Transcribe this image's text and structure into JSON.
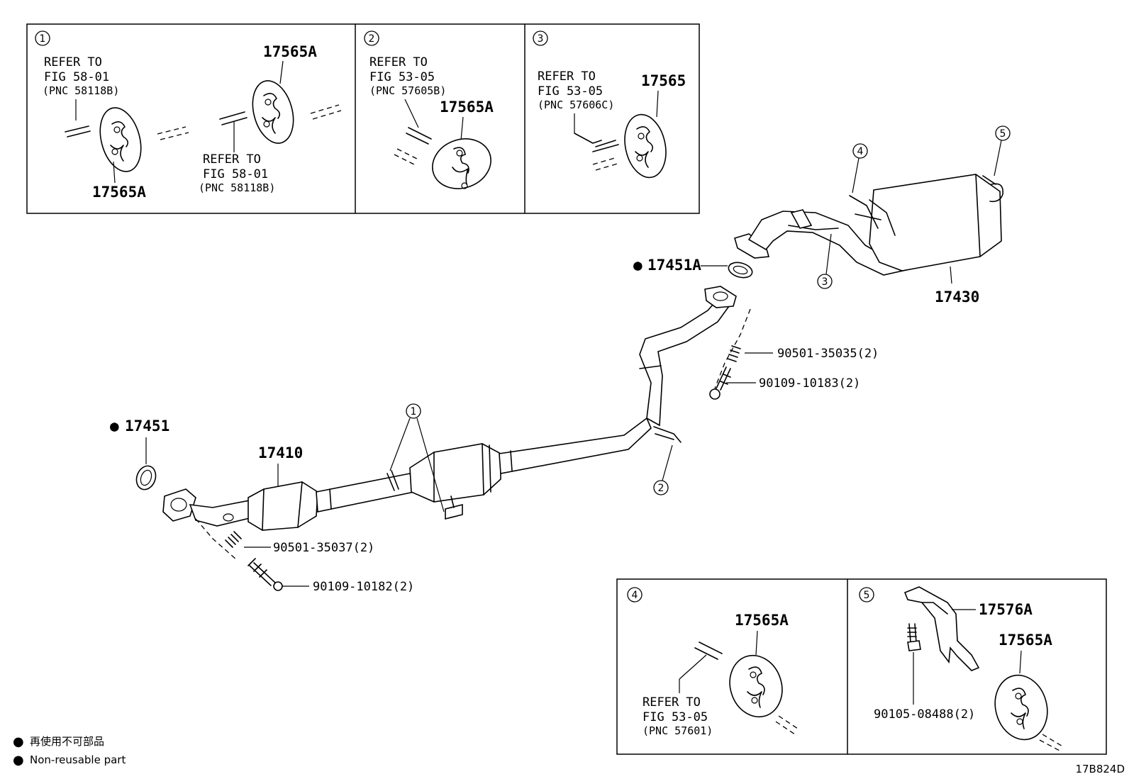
{
  "insets": {
    "i1": {
      "num": "1",
      "refer_left": [
        "REFER TO",
        "FIG 58-01",
        "(PNC 58118B)"
      ],
      "refer_right": [
        "REFER TO",
        "FIG 58-01",
        "(PNC 58118B)"
      ],
      "part_top": "17565A",
      "part_bottom": "17565A"
    },
    "i2": {
      "num": "2",
      "refer": [
        "REFER TO",
        "FIG 53-05",
        "(PNC 57605B)"
      ],
      "part": "17565A"
    },
    "i3": {
      "num": "3",
      "refer": [
        "REFER TO",
        "FIG 53-05",
        "(PNC 57606C)"
      ],
      "part": "17565"
    },
    "i4": {
      "num": "4",
      "refer": [
        "REFER TO",
        "FIG 53-05",
        "(PNC 57601)"
      ],
      "part": "17565A"
    },
    "i5": {
      "num": "5",
      "part_bracket": "17576A",
      "part_hanger": "17565A",
      "bolt": "90105-08488(2)"
    }
  },
  "parts": {
    "gasket_front_mark": "●",
    "gasket_front": "17451",
    "front_pipe": "17410",
    "spring_front": "90501-35037(2)",
    "bolt_front": "90109-10182(2)",
    "gasket_rear_mark": "●",
    "gasket_rear": "17451A",
    "spring_rear": "90501-35035(2)",
    "bolt_rear": "90109-10183(2)",
    "tail_pipe": "17430"
  },
  "callouts": [
    "1",
    "2",
    "3",
    "4",
    "5"
  ],
  "legend": {
    "mark": "●",
    "line1": "再使用不可部品",
    "line2": "Non-reusable part"
  },
  "figure_code": "17B824D"
}
